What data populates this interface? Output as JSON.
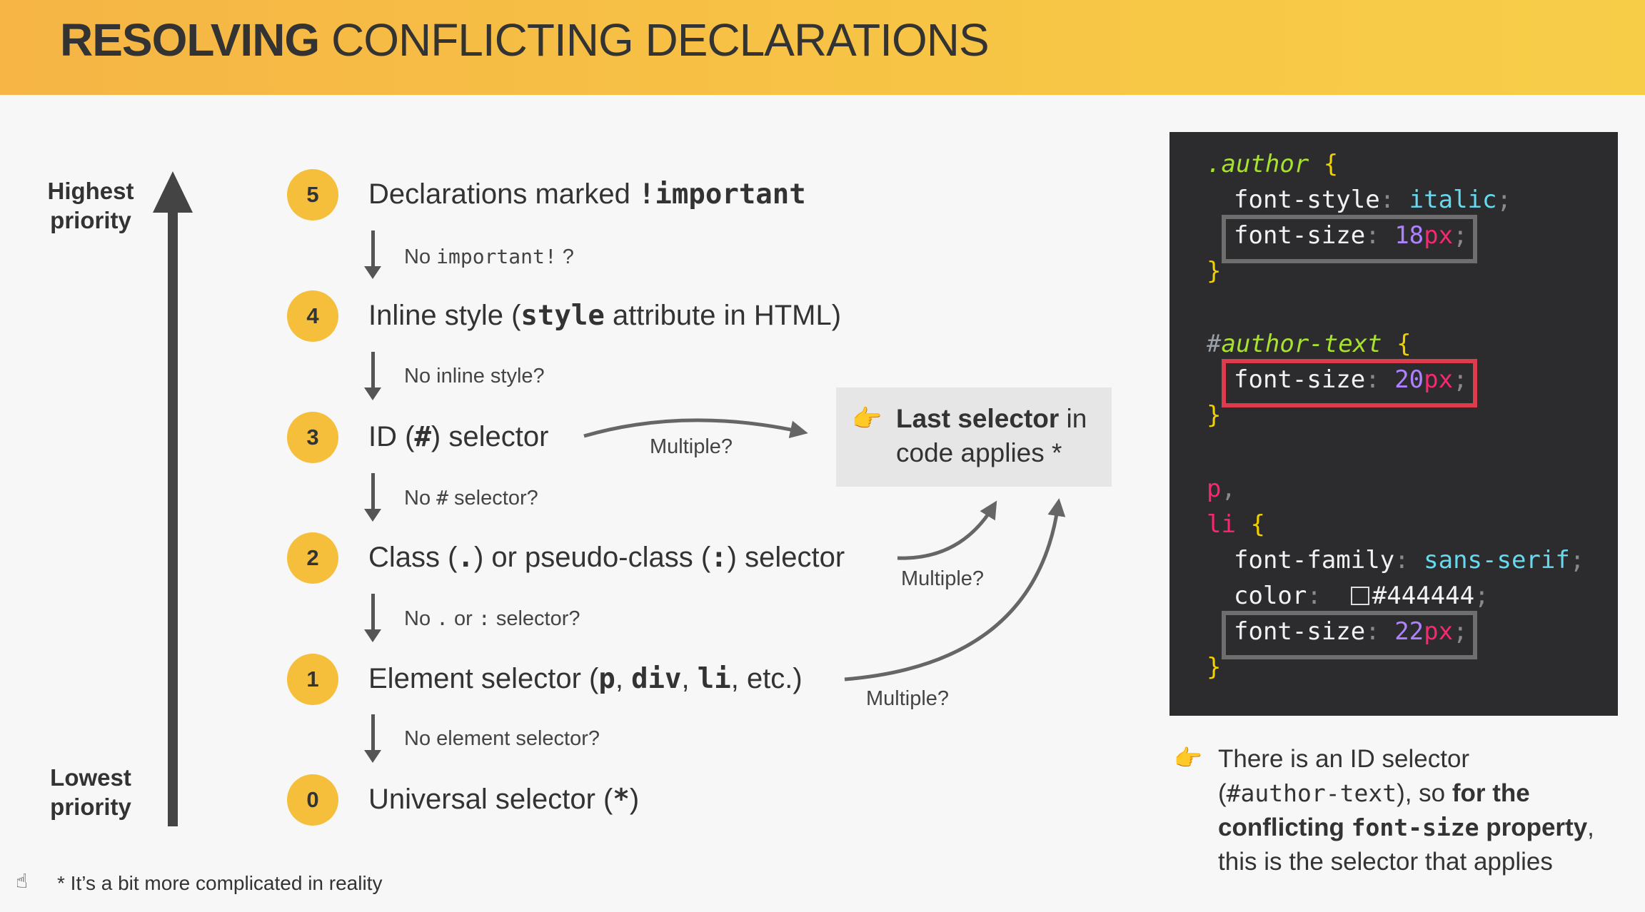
{
  "header": {
    "title_bold": "RESOLVING",
    "title_rest": "CONFLICTING DECLARATIONS"
  },
  "axis": {
    "top_label": "Highest priority",
    "bottom_label": "Lowest priority"
  },
  "levels": [
    {
      "number": "5",
      "text_parts": [
        "Declarations marked ",
        "!important",
        ""
      ]
    },
    {
      "number": "4",
      "text_parts": [
        "Inline style (",
        "style",
        " attribute in HTML)"
      ]
    },
    {
      "number": "3",
      "text_parts": [
        "ID (",
        "#",
        ") selector"
      ]
    },
    {
      "number": "2",
      "text_parts": [
        "Class (",
        ".",
        ") or pseudo-class (",
        ":",
        ") selector"
      ]
    },
    {
      "number": "1",
      "text_parts": [
        "Element selector (",
        "p",
        ", ",
        "div",
        ", ",
        "li",
        ", etc.)"
      ]
    },
    {
      "number": "0",
      "text_parts": [
        "Universal selector (",
        "*",
        ")"
      ]
    }
  ],
  "questions": [
    {
      "parts": [
        "No ",
        "important!",
        " ?"
      ]
    },
    {
      "parts": [
        "No inline style?"
      ]
    },
    {
      "parts": [
        "No ",
        "#",
        " selector?"
      ]
    },
    {
      "parts": [
        "No ",
        ".",
        " or ",
        ":",
        " selector?"
      ]
    },
    {
      "parts": [
        "No element selector?"
      ]
    }
  ],
  "multiple_label": "Multiple?",
  "last_selector": {
    "icon": "pointing-hand-icon",
    "bold": "Last selector",
    "rest_1": " in",
    "line2": "code applies *"
  },
  "code": {
    "block1": {
      "selector": ".author",
      "open": "{",
      "close": "}",
      "decls": [
        {
          "prop": "font-style",
          "value": "italic"
        },
        {
          "prop": "font-size",
          "num": "18",
          "unit": "px"
        }
      ]
    },
    "block2": {
      "hash": "#",
      "selector": "author-text",
      "open": "{",
      "close": "}",
      "decls": [
        {
          "prop": "font-size",
          "num": "20",
          "unit": "px"
        }
      ]
    },
    "block3": {
      "sel1": "p",
      "sel2": "li",
      "comma": ",",
      "open": "{",
      "close": "}",
      "decls": [
        {
          "prop": "font-family",
          "value": "sans-serif"
        },
        {
          "prop": "color",
          "value": "#444444"
        },
        {
          "prop": "font-size",
          "num": "22",
          "unit": "px"
        }
      ]
    },
    "colon": ":",
    "semi": ";",
    "colors": {
      "highlight_gray": "#6e6e6e",
      "highlight_red": "#dc3c4c"
    }
  },
  "note": {
    "line1": "There is an ID selector",
    "line2_mono": "#author-text",
    "line2_open": "(",
    "line2_close": "), so ",
    "line2_bold": "for the",
    "line3_bold1": "conflicting ",
    "line3_mono": "font-size",
    "line3_bold2": " property",
    "line3_end": ",",
    "line4": "this is the selector that applies"
  },
  "footnote": {
    "icon": "finger-up-icon",
    "text": "* It’s a bit more complicated in reality"
  }
}
